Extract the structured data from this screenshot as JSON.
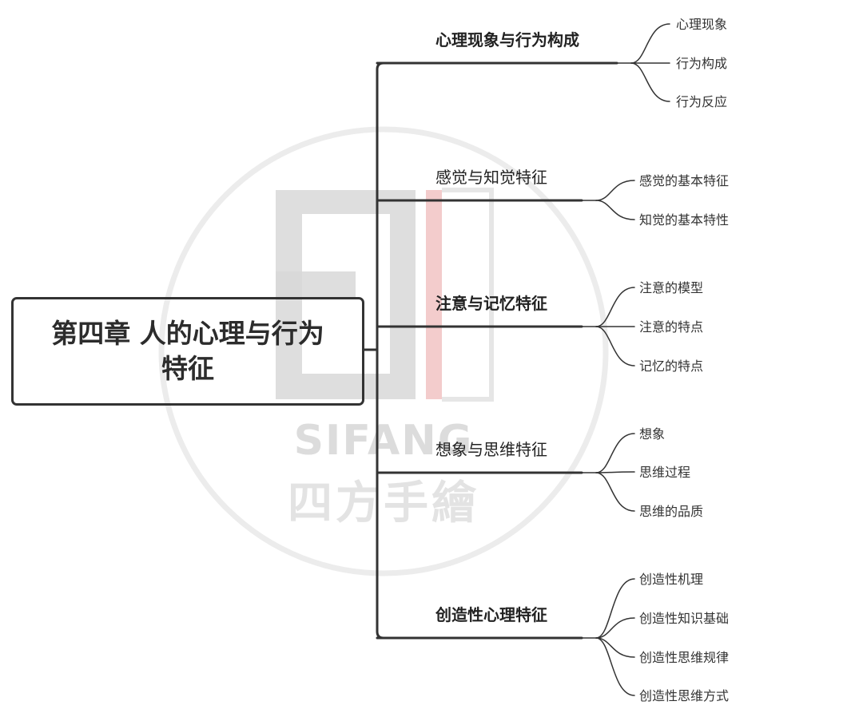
{
  "watermark": {
    "brand_en": "SIFANG",
    "brand_cn": "四方手繪"
  },
  "root": {
    "title": "第四章 人的心理与行为特征"
  },
  "branches": [
    {
      "label": "心理现象与行为构成",
      "children": [
        "心理现象",
        "行为构成",
        "行为反应"
      ]
    },
    {
      "label": "感觉与知觉特征",
      "children": [
        "感觉的基本特征",
        "知觉的基本特性"
      ]
    },
    {
      "label": "注意与记忆特征",
      "children": [
        "注意的模型",
        "注意的特点",
        "记忆的特点"
      ]
    },
    {
      "label": "想象与思维特征",
      "children": [
        "想象",
        "思维过程",
        "思维的品质"
      ]
    },
    {
      "label": "创造性心理特征",
      "children": [
        "创造性机理",
        "创造性知识基础",
        "创造性思维规律",
        "创造性思维方式"
      ]
    }
  ],
  "colors": {
    "line": "#333333",
    "watermark_gray": "#d8d8d8",
    "watermark_red": "#f2c6c6"
  }
}
